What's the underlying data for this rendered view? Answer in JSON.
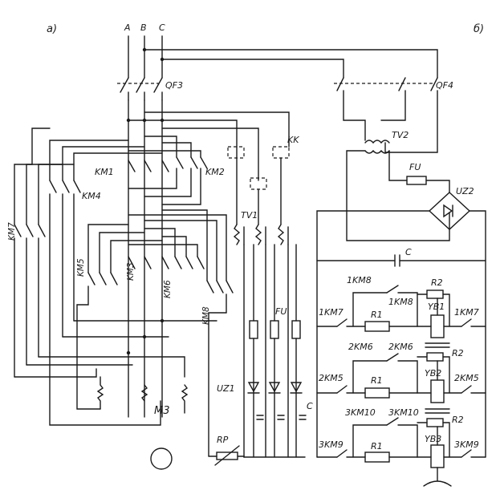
{
  "panels": {
    "left_label": "а)",
    "right_label": "б)"
  },
  "phases": [
    "A",
    "B",
    "C"
  ],
  "breakers": {
    "left": "QF3",
    "right": "QF4"
  },
  "contactors": {
    "km1": "KM1",
    "km2": "KM2",
    "km3": "KM3",
    "km4": "KM4",
    "km5": "KM5",
    "km6": "KM6",
    "km7": "KM7",
    "km8": "KM8"
  },
  "relays": {
    "kk": "KK"
  },
  "transformers": {
    "tv1": "TV1",
    "tv2": "TV2"
  },
  "fuses": {
    "left": "FU",
    "right": "FU"
  },
  "rectifiers": {
    "uz1": "UZ1",
    "uz2": "UZ2"
  },
  "capacitors": {
    "left": "C",
    "right": "C"
  },
  "motor": "M3",
  "rheostat": "RP",
  "brake_circuit": {
    "rows": [
      {
        "left_contact": "1KM7",
        "series_top": "1KM8",
        "series_mid": "1KM8",
        "resistor": "R1",
        "resistor2": "R2",
        "coil": "YB1",
        "right_contact": "1KM7"
      },
      {
        "left_contact": "2KM5",
        "series_top": "2KM6",
        "series_mid": "2KM6",
        "resistor": "R1",
        "resistor2": "R2",
        "coil": "YB2",
        "right_contact": "2KM5"
      },
      {
        "left_contact": "3KM9",
        "series_top": "3KM10",
        "series_mid": "3KM10",
        "resistor": "R1",
        "resistor2": "R2",
        "coil": "YB3",
        "right_contact": "3KM9"
      }
    ]
  }
}
